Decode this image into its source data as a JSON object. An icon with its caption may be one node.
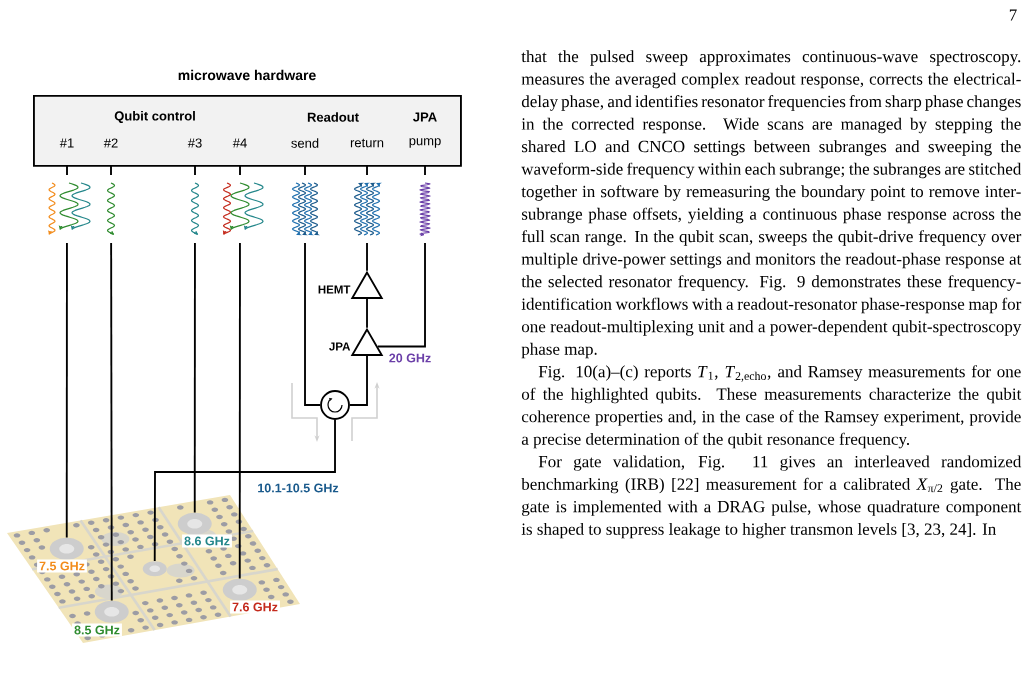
{
  "diagram": {
    "title": "microwave hardware",
    "nodes": [
      {
        "text": [
          "Qubit control",
          "Readout",
          "JPA"
        ]
      },
      {
        "text": [
          "#1"
        ],
        "in": 0
      },
      {
        "text": [
          "#2"
        ],
        "in": 0
      },
      {
        "text": [
          "#3"
        ],
        "in": 0
      },
      {
        "text": [
          "#4"
        ],
        "in": 0
      },
      {
        "text": [
          "send"
        ],
        "in": 0
      },
      {
        "text": [
          "return"
        ],
        "in": 0
      },
      {
        "text": [
          "pump"
        ],
        "in": 0
      },
      {
        "text": [
          "HEMT"
        ]
      },
      {
        "text": [
          "JPA"
        ]
      },
      {
        "text": [],
        "shape": "circle"
      },
      {
        "text": [],
        "shape": "picture"
      },
      {
        "text": [],
        "shape": "circle",
        "beside": [
          "8.6 GHz"
        ],
        "in": 11
      },
      {
        "text": [],
        "shape": "circle",
        "beside": [
          "7.5 GHz"
        ],
        "in": 11
      },
      {
        "text": [],
        "shape": "circle",
        "in": 11
      },
      {
        "text": [],
        "shape": "circle",
        "beside": [
          "7.6 GHz"
        ],
        "in": 11
      },
      {
        "text": [],
        "shape": "circle",
        "beside": [
          "8.5 GHz"
        ],
        "in": 11
      }
    ],
    "edges": [
      {
        "from": 1,
        "to": 13,
        "arrow": "none"
      },
      {
        "from": 2,
        "to": 16,
        "arrow": "none"
      },
      {
        "from": 3,
        "to": 12,
        "arrow": "none"
      },
      {
        "from": 4,
        "to": 15,
        "arrow": "none"
      },
      {
        "from": 5,
        "to": 10,
        "arrow": "none"
      },
      {
        "from": 10,
        "to": 9,
        "arrow": "none"
      },
      {
        "from": 9,
        "to": 8,
        "arrow": "none"
      },
      {
        "from": 6,
        "to": 8,
        "arrow": "none"
      },
      {
        "from": 7,
        "to": 9,
        "arrow": "none",
        "label": "20 GHz"
      },
      {
        "from": 10,
        "to": 14,
        "arrow": "none",
        "label": "10.1-10.5 GHz"
      }
    ],
    "labels": [
      "7",
      "that the pulsed sweep approximates continuous-wave spectroscopy. measures the averaged complex readout response, corrects the electrical-delay phase, and identifies resonator frequencies from sharp phase changes in the corrected response. Wide scans are managed by stepping the shared LO and CNCO settings between subranges and sweeping the waveform-side frequency within each subrange; the subranges are stitched together in software by remeasuring the boundary point to remove inter-subrange phase offsets, yielding a continuous phase response across the full scan range. In the qubit scan, sweeps the qubit-drive frequency over multiple drive-power settings and monitors the readout-phase response at the selected resonator frequency. Fig. 9 demonstrates these frequency-identification workflows with a readout-resonator phase-response map for one readout-multiplexing unit and a power-dependent qubit-spectroscopy phase map.",
      "Fig. 10(a)–(c) reports *T*$_{1}$, *T*$_{2,echo}$, and Ramsey measurements for one of the highlighted qubits. These measurements characterize the qubit coherence properties and, in the case of the Ramsey experiment, provide a precise determination of the qubit resonance frequency.",
      "For gate validation, Fig. 11 gives an interleaved randomized benchmarking (IRB) [22] measurement for a calibrated *X*$_{π/2}$ gate. The gate is implemented with a DRAG pulse, whose quadrature component is shaped to suppress leakage to higher transmon levels [3, 23, 24]. In"
    ]
  }
}
